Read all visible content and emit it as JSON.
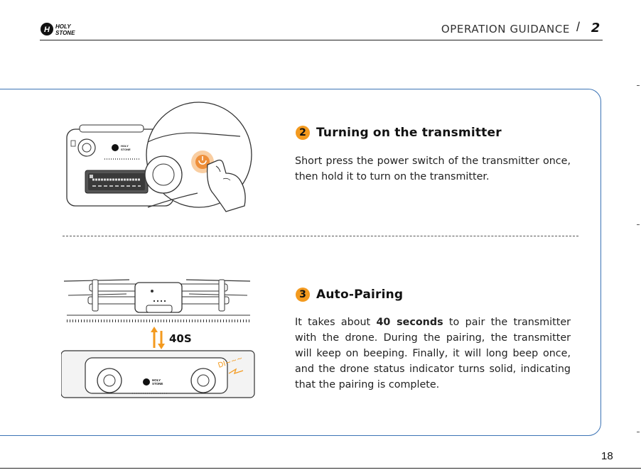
{
  "header": {
    "brand_line1": "HOLY",
    "brand_line2": "STONE",
    "title": "OPERATION GUIDANCE",
    "separator": "/",
    "chapter": "2"
  },
  "sections": [
    {
      "number": "2",
      "title": "Turning on the transmitter",
      "body": "Short press the power switch of the transmitter once, then hold it to turn on the transmitter."
    },
    {
      "number": "3",
      "title": "Auto-Pairing",
      "body_prefix": "It takes about ",
      "body_bold": "40 seconds",
      "body_suffix": " to pair the transmitter with the drone. During the pairing, the transmitter will keep on beeping. Finally, it will long beep once, and the drone status indicator turns solid, indicating that the pairing is complete."
    }
  ],
  "illustrations": {
    "pairing_time_label": "40S",
    "beep_label": "DI~~~"
  },
  "colors": {
    "accent": "#f39a1f",
    "panel_border": "#3b73b5"
  },
  "page_number": "18"
}
